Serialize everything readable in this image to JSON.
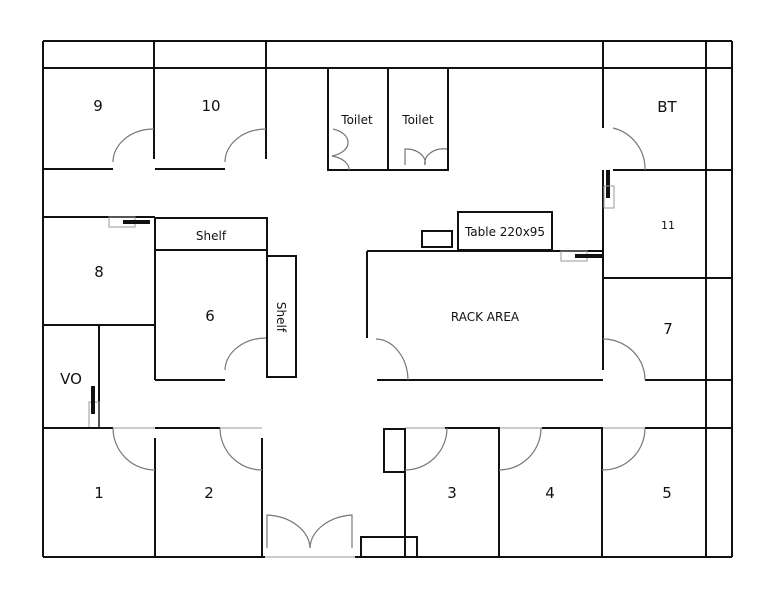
{
  "floorplan": {
    "rooms": {
      "r9": "9",
      "r10": "10",
      "toilet1": "Toilet",
      "toilet2": "Toilet",
      "bt": "BT",
      "r11": "11",
      "shelf_top": "Shelf",
      "shelf_side": "Shelf",
      "r8": "8",
      "r6": "6",
      "table": "Table 220x95",
      "rack_area": "RACK AREA",
      "r7": "7",
      "vo": "VO",
      "r1": "1",
      "r2": "2",
      "r3": "3",
      "r4": "4",
      "r5": "5"
    },
    "colors": {
      "wall": "#111111",
      "door_arc": "#777777",
      "background": "#ffffff"
    }
  }
}
